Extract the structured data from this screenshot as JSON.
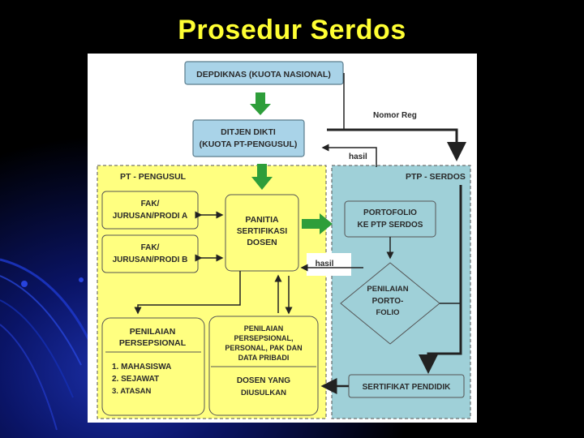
{
  "title": "Prosedur Serdos",
  "diagram": {
    "depdiknas": "DEPDIKNAS (KUOTA NASIONAL)",
    "ditjen_line1": "DITJEN DIKTI",
    "ditjen_line2": "(KUOTA PT-PENGUSUL)",
    "nomor_reg": "Nomor Reg",
    "hasil_top": "hasil",
    "pt_pengusul": "PT - PENGUSUL",
    "ptp_serdos": "PTP - SERDOS",
    "fak_a_line1": "FAK/",
    "fak_a_line2": "JURUSAN/PRODI  A",
    "fak_b_line1": "FAK/",
    "fak_b_line2": "JURUSAN/PRODI B",
    "panitia_line1": "PANITIA",
    "panitia_line2": "SERTIFIKASI",
    "panitia_line3": "DOSEN",
    "portofolio_line1": "PORTOFOLIO",
    "portofolio_line2": "KE PTP SERDOS",
    "hasil_mid": "hasil",
    "penilaian_porto_line1": "PENILAIAN",
    "penilaian_porto_line2": "PORTO-",
    "penilaian_porto_line3": "FOLIO",
    "persepsional_line1": "PENILAIAN",
    "persepsional_line2": "PERSEPSIONAL",
    "persepsi_item1": "1.   MAHASISWA",
    "persepsi_item2": "2.   SEJAWAT",
    "persepsi_item3": "3.   ATASAN",
    "penilaian_data_line1": "PENILAIAN",
    "penilaian_data_line2": "PERSEPSIONAL,",
    "penilaian_data_line3": "PERSONAL, PAK DAN",
    "penilaian_data_line4": "DATA PRIBADI",
    "dosen_line1": "DOSEN YANG",
    "dosen_line2": "DIUSULKAN",
    "sertifikat": "SERTIFIKAT PENDIDIK"
  },
  "colors": {
    "title": "#ffff33",
    "box_blue": "#a9d3e8",
    "yellow_region": "#ffff80",
    "blue_region": "#9fd0d8",
    "green_arrow": "#2e9e3a"
  }
}
